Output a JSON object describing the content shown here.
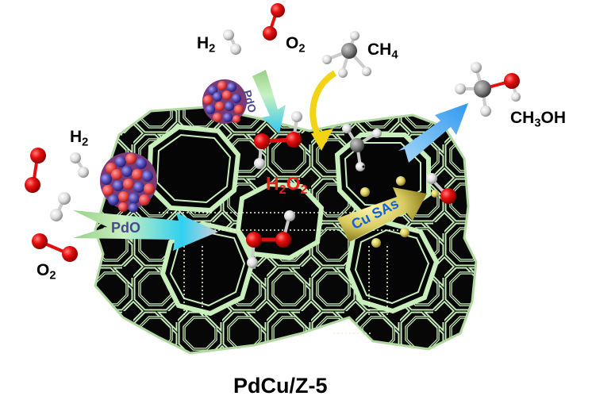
{
  "figure": {
    "title": "PdCu/Z-5",
    "framework": "zeolite ZSM-5 (green framework, black pores)",
    "colors": {
      "framework": "#c8eebc",
      "framework_edge": "#9cc88c",
      "pore": "#050505",
      "oxygen": "#e01010",
      "hydrogen": "#e8e8e8",
      "carbon": "#808080",
      "pd_atom_red": "#e84a4a",
      "pd_atom_blue": "#5048b0",
      "cu_atom": "#d8cc60",
      "h2o2_text": "#e8201c",
      "pdo_arrow_start": "#b8e8a8",
      "pdo_arrow_end": "#28c8f0",
      "cusas_arrow_start": "#f8d040",
      "cusas_arrow_end": "#c8c8d0",
      "cusas_text": "#1060e0",
      "product_arrow": "#4aa8f0",
      "ch4_arrow": "#f0d010"
    }
  },
  "labels": {
    "h2_top": {
      "main": "H",
      "sub": "2"
    },
    "o2_top": {
      "main": "O",
      "sub": "2"
    },
    "ch4": {
      "main": "CH",
      "sub": "4"
    },
    "ch3oh": {
      "pre": "CH",
      "sub": "3",
      "post": "OH"
    },
    "h2_left": {
      "main": "H",
      "sub": "2"
    },
    "o2_left": {
      "main": "O",
      "sub": "2"
    },
    "h2o2": {
      "a": "H",
      "s1": "2",
      "b": "O",
      "s2": "2"
    }
  },
  "arrows": {
    "pdo_left": "PdO",
    "pdo_top": "PdO",
    "cu_sas": "Cu SAs"
  }
}
